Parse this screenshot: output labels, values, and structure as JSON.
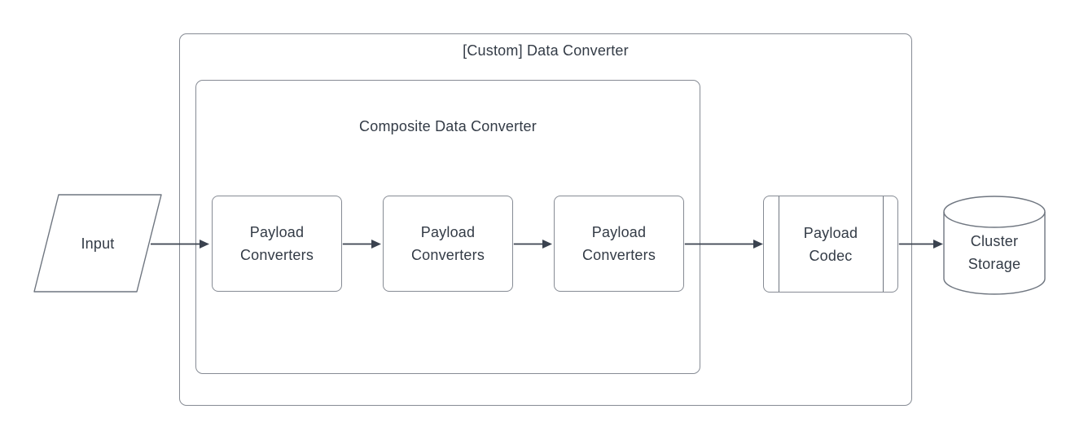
{
  "diagram": {
    "containers": {
      "custom_data_converter": {
        "label": "[Custom] Data Converter"
      },
      "composite_data_converter": {
        "label": "Composite Data Converter"
      }
    },
    "nodes": {
      "input": {
        "label": "Input",
        "shape": "parallelogram"
      },
      "payload_converters_1": {
        "label": "Payload\nConverters",
        "shape": "rounded-rectangle"
      },
      "payload_converters_2": {
        "label": "Payload\nConverters",
        "shape": "rounded-rectangle"
      },
      "payload_converters_3": {
        "label": "Payload\nConverters",
        "shape": "predefined-process-neighbor"
      },
      "payload_codec": {
        "label": "Payload\nCodec",
        "shape": "predefined-process"
      },
      "cluster_storage": {
        "label": "Cluster\nStorage",
        "shape": "cylinder"
      }
    },
    "edges": [
      {
        "from": "input",
        "to": "payload_converters_1"
      },
      {
        "from": "payload_converters_1",
        "to": "payload_converters_2"
      },
      {
        "from": "payload_converters_2",
        "to": "payload_converters_3"
      },
      {
        "from": "payload_converters_3",
        "to": "payload_codec"
      },
      {
        "from": "payload_codec",
        "to": "cluster_storage"
      }
    ],
    "colors": {
      "background": "#ffffff",
      "box_stroke": "#868b94",
      "shape_stroke": "#6f7680",
      "arrow": "#3a424f",
      "text": "#333b46"
    }
  }
}
